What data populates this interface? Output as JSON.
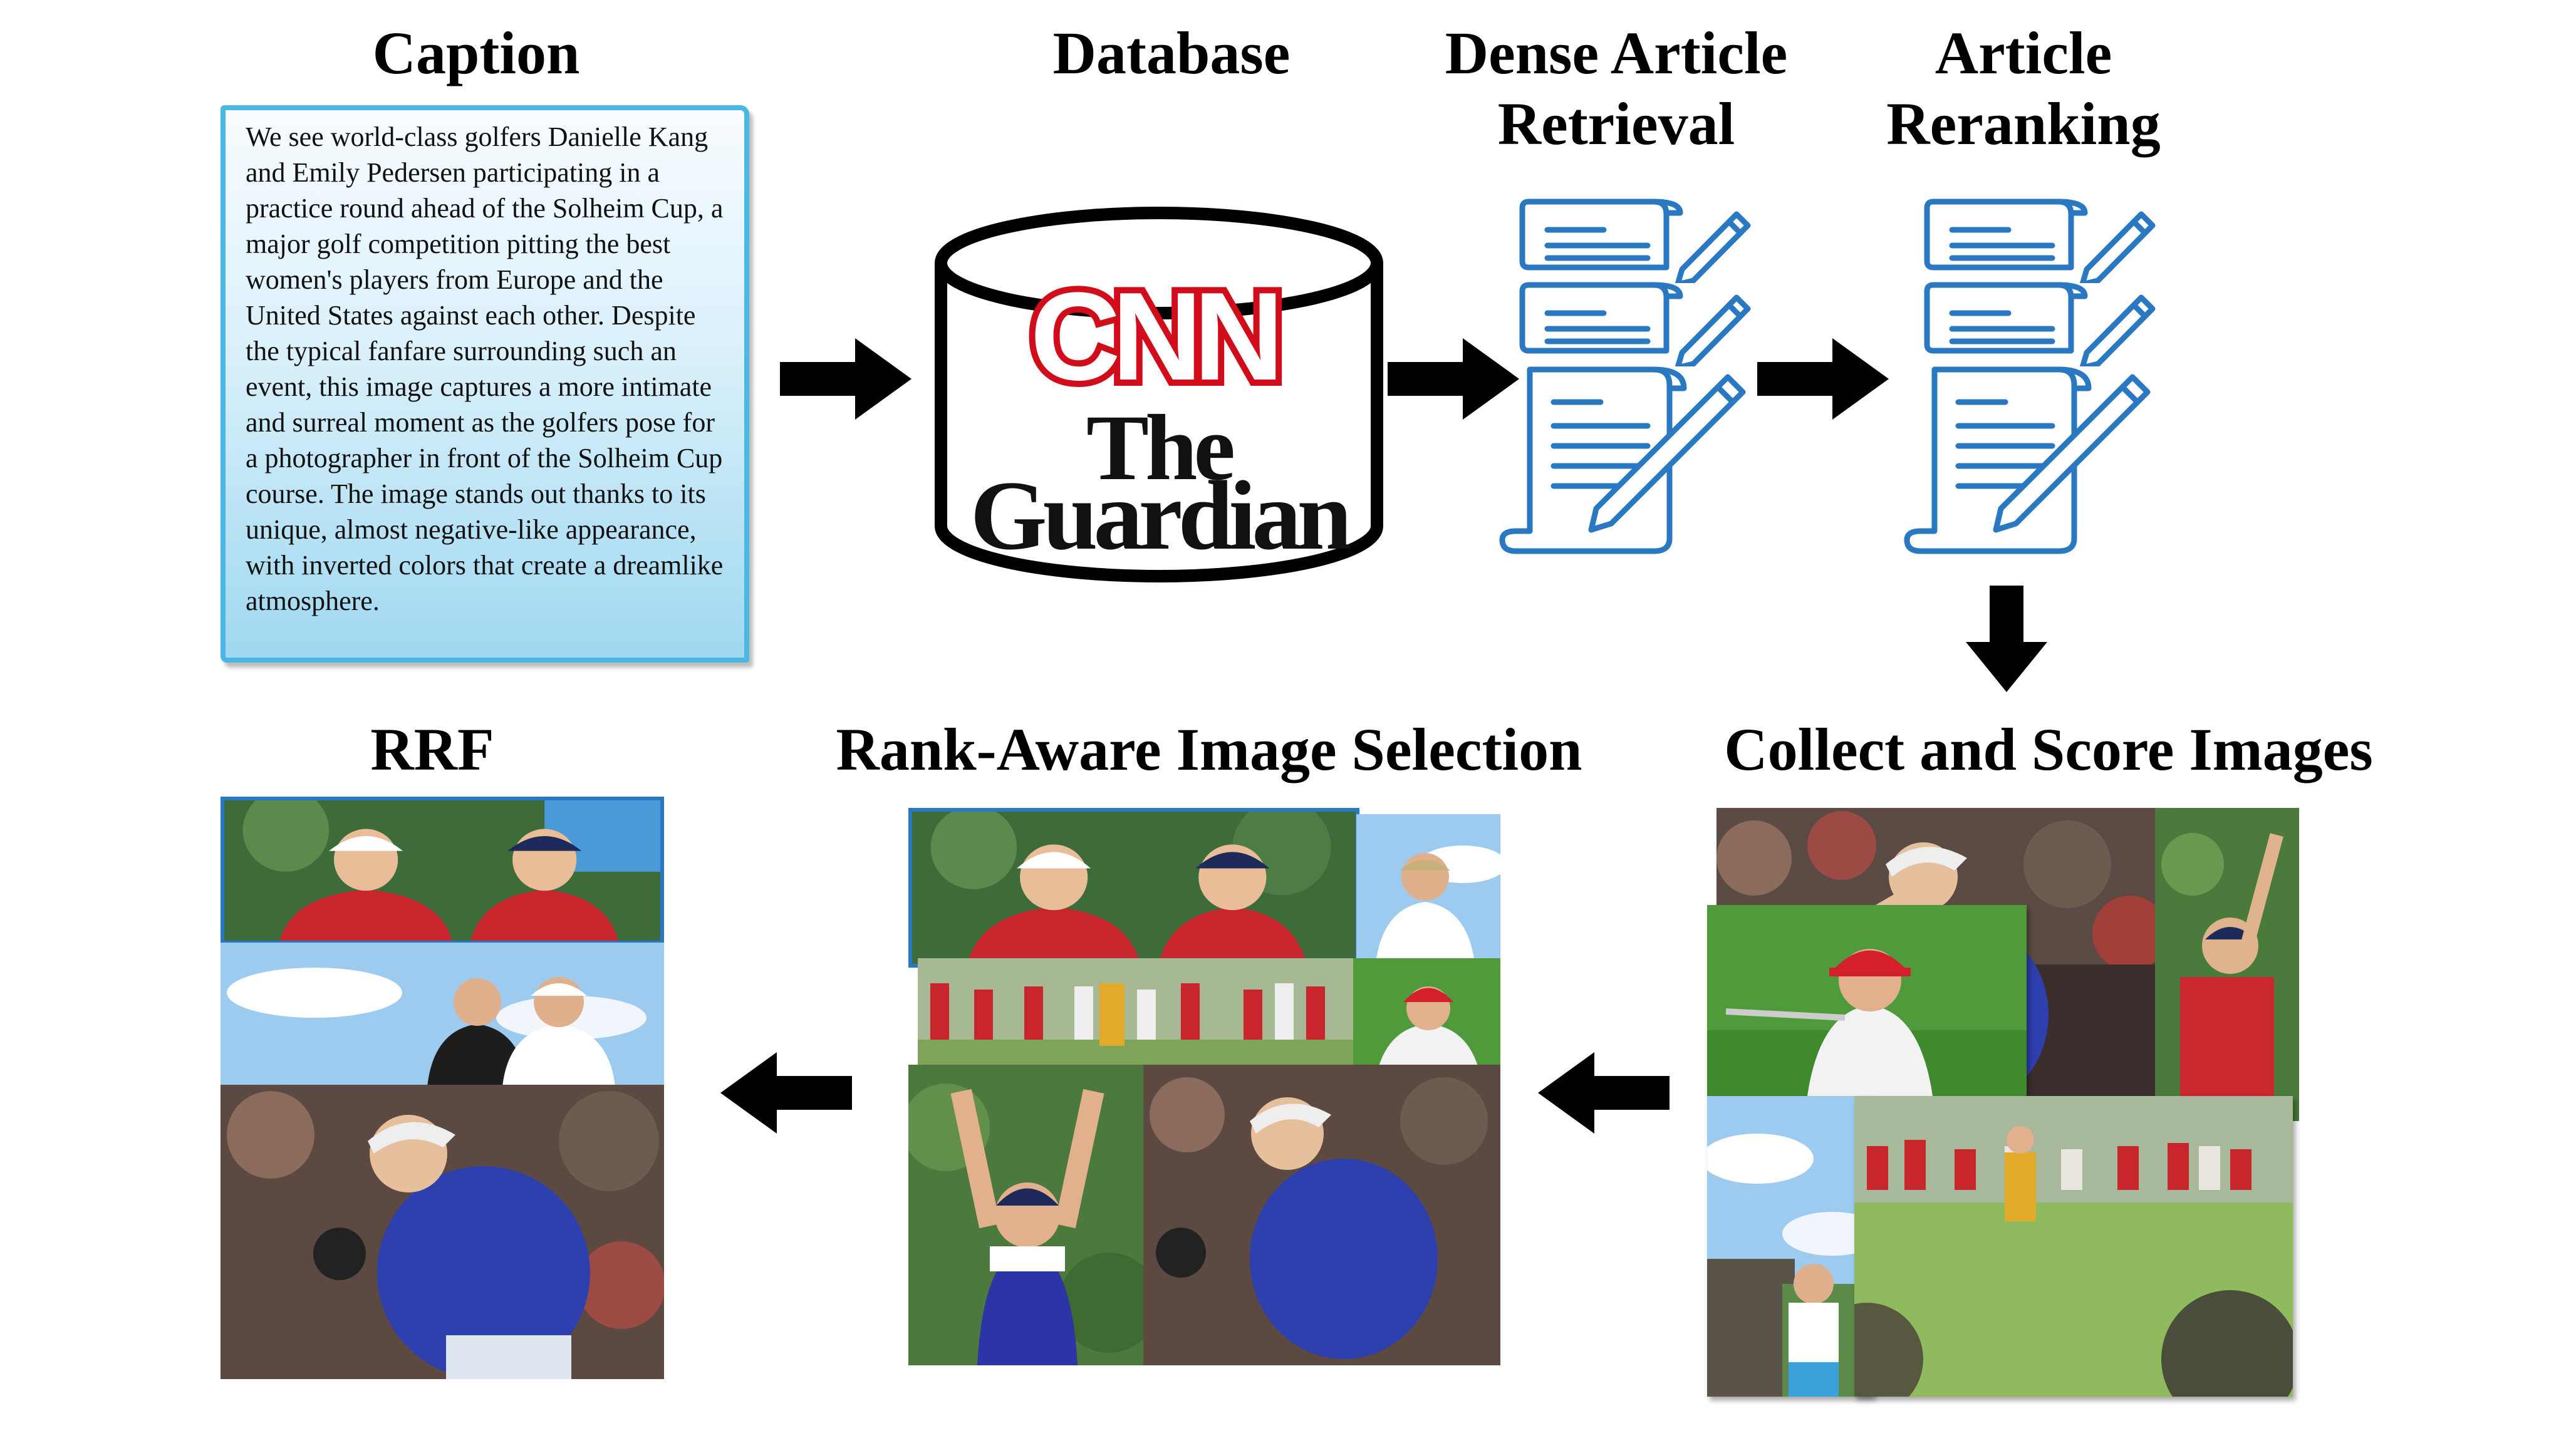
{
  "stages": {
    "caption": "Caption",
    "database": "Database",
    "dense_retrieval_line1": "Dense Article",
    "dense_retrieval_line2": "Retrieval",
    "reranking_line1": "Article",
    "reranking_line2": "Reranking",
    "collect": "Collect and Score Images",
    "rank_aware": "Rank-Aware Image Selection",
    "rrf": "RRF"
  },
  "caption_text": "We see world-class golfers Danielle Kang and Emily Pedersen participating in a practice round ahead of the Solheim Cup, a major golf competition pitting the best women's players from Europe and the United States against each other. Despite the typical fanfare surrounding such an event, this image captures a more intimate and surreal moment as the golfers pose for a photographer in front of the Solheim Cup course. The image stands out thanks to its unique, almost negative-like appearance, with inverted colors that create a dreamlike atmosphere.",
  "database_logos": {
    "cnn": "CNN",
    "guardian_line1": "The",
    "guardian_line2": "Guardian"
  },
  "colors": {
    "caption_border": "#4bb8e3",
    "doc_icon": "#2a78c2",
    "cnn_red": "#d10d1b",
    "arrow": "#000000"
  }
}
